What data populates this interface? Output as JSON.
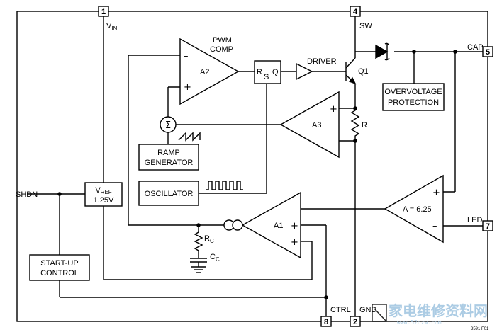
{
  "pins": [
    {
      "number": "1",
      "name_main": "V",
      "name_sub": "IN"
    },
    {
      "number": "4",
      "name": "SW"
    },
    {
      "number": "5",
      "name": "CAP"
    },
    {
      "number": "7",
      "name": "LED"
    },
    {
      "number": "8",
      "name": "CTRL"
    },
    {
      "number": "2",
      "name": "GND"
    }
  ],
  "external_labels": {
    "shdn": "SHDN"
  },
  "blocks": {
    "pwm_comp_line1": "PWM",
    "pwm_comp_line2": "COMP",
    "a2": "A2",
    "latch_r": "R",
    "latch_s": "S",
    "latch_q": "Q",
    "driver": "DRIVER",
    "q1": "Q1",
    "ovp_line1": "OVERVOLTAGE",
    "ovp_line2": "PROTECTION",
    "a3": "A3",
    "resistor_r": "R",
    "sum_symbol": "Σ",
    "ramp_line1": "RAMP",
    "ramp_line2": "GENERATOR",
    "oscillator": "OSCILLATOR",
    "vref_main": "V",
    "vref_sub": "REF",
    "vref_value": "1.25V",
    "a_gain": "A = 6.25",
    "a1": "A1",
    "rc_main": "R",
    "rc_sub": "C",
    "cc_main": "C",
    "cc_sub": "C",
    "startup_line1": "START-UP",
    "startup_line2": "CONTROL",
    "plus": "+",
    "minus": "–"
  },
  "figure_code": "3591 F01",
  "watermark": {
    "text": "家电维修资料网",
    "url": "www.52dzw.com"
  }
}
